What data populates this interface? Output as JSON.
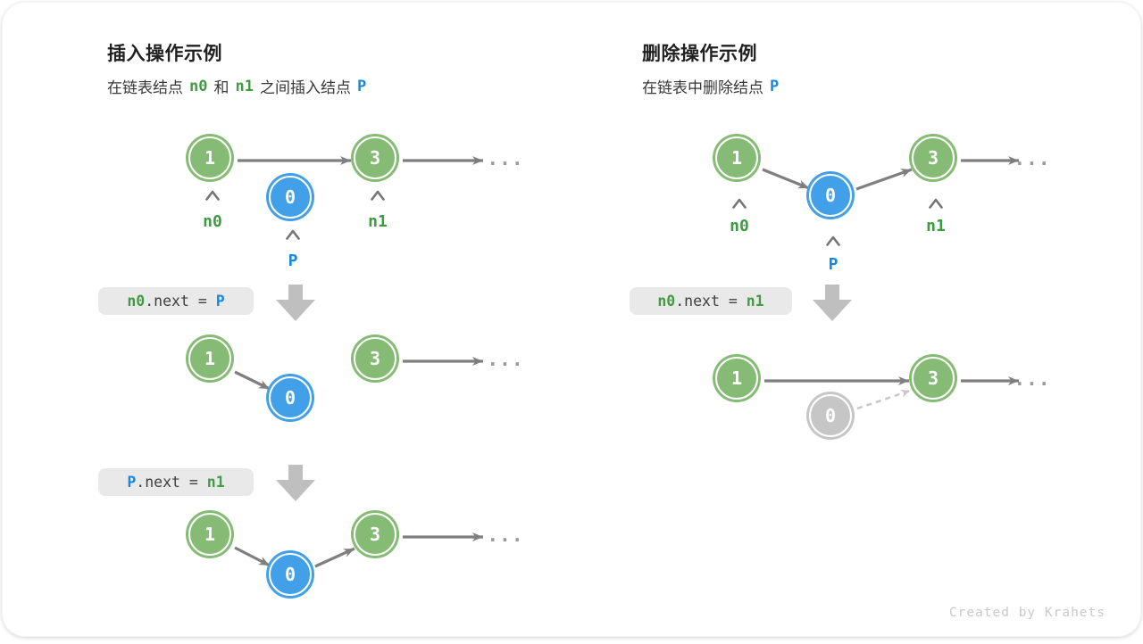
{
  "insert": {
    "title": "插入操作示例",
    "subtitle": {
      "part1": "在链表结点",
      "n0": "n0",
      "part2": "和",
      "n1": "n1",
      "part3": "之间插入结点",
      "p": "P"
    },
    "nodes": {
      "first": "1",
      "second": "3",
      "inserted": "0"
    },
    "labels": {
      "n0": "n0",
      "n1": "n1",
      "p": "P"
    },
    "code1": {
      "lhs": "n0",
      "op": ".next = ",
      "rhs": "P"
    },
    "code2": {
      "lhs": "P",
      "op": ".next = ",
      "rhs": "n1"
    },
    "ellipsis": "..."
  },
  "delete": {
    "title": "删除操作示例",
    "subtitle": {
      "part1": "在链表中删除结点",
      "p": "P"
    },
    "nodes": {
      "first": "1",
      "second": "3",
      "deleted": "0"
    },
    "labels": {
      "n0": "n0",
      "n1": "n1",
      "p": "P"
    },
    "code1": {
      "lhs": "n0",
      "op": ".next = ",
      "rhs": "n1"
    },
    "ellipsis": "..."
  },
  "footer": {
    "credit": "Created by Krahets"
  },
  "colors": {
    "node_green": "#85bb74",
    "node_blue": "#41a0e8",
    "node_gray": "#c6c6c6",
    "text_green": "#449b45",
    "text_blue": "#1389e6",
    "arrow_gray": "#7f7f7f",
    "dashed_gray": "#c8c8c8",
    "code_bg": "#e9e9e9",
    "block_arrow": "#bfbfbf"
  }
}
